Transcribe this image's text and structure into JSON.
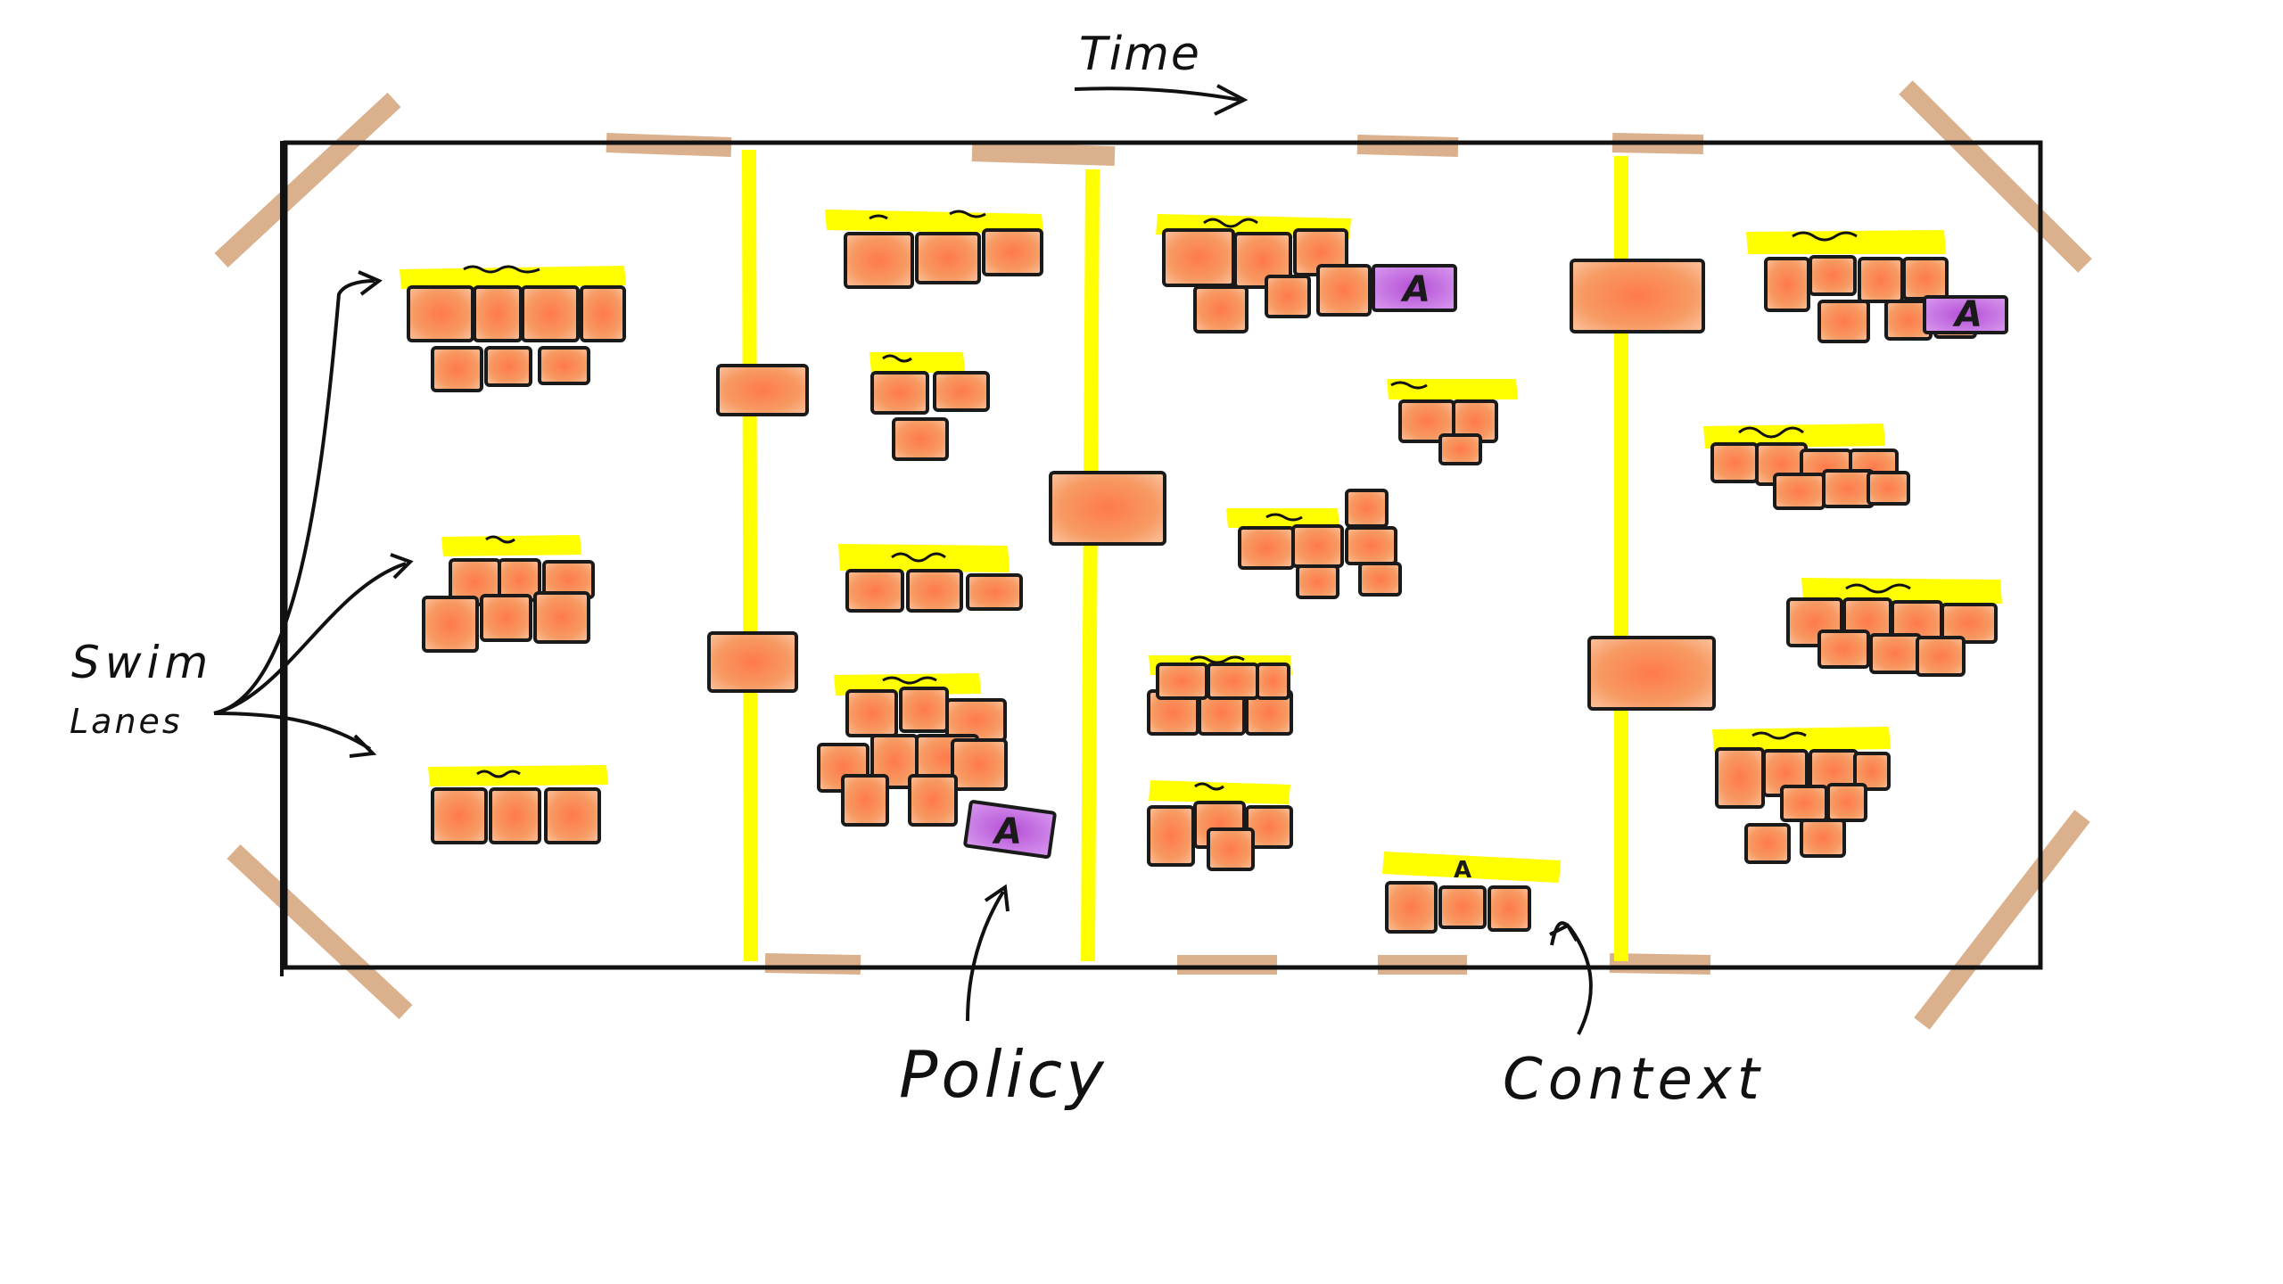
{
  "labels": {
    "time": "Time",
    "swim": "Swim",
    "lanes": "Lanes",
    "policy": "Policy",
    "context": "Context",
    "aggregate": "A"
  },
  "colors": {
    "event": "#f7945a",
    "event_edge": "#1a1a1a",
    "heading": "#ffff00",
    "divider": "#ffff00",
    "aggregate": "#c86ee0",
    "tape": "#d4a37a",
    "board_edge": "#111111"
  }
}
